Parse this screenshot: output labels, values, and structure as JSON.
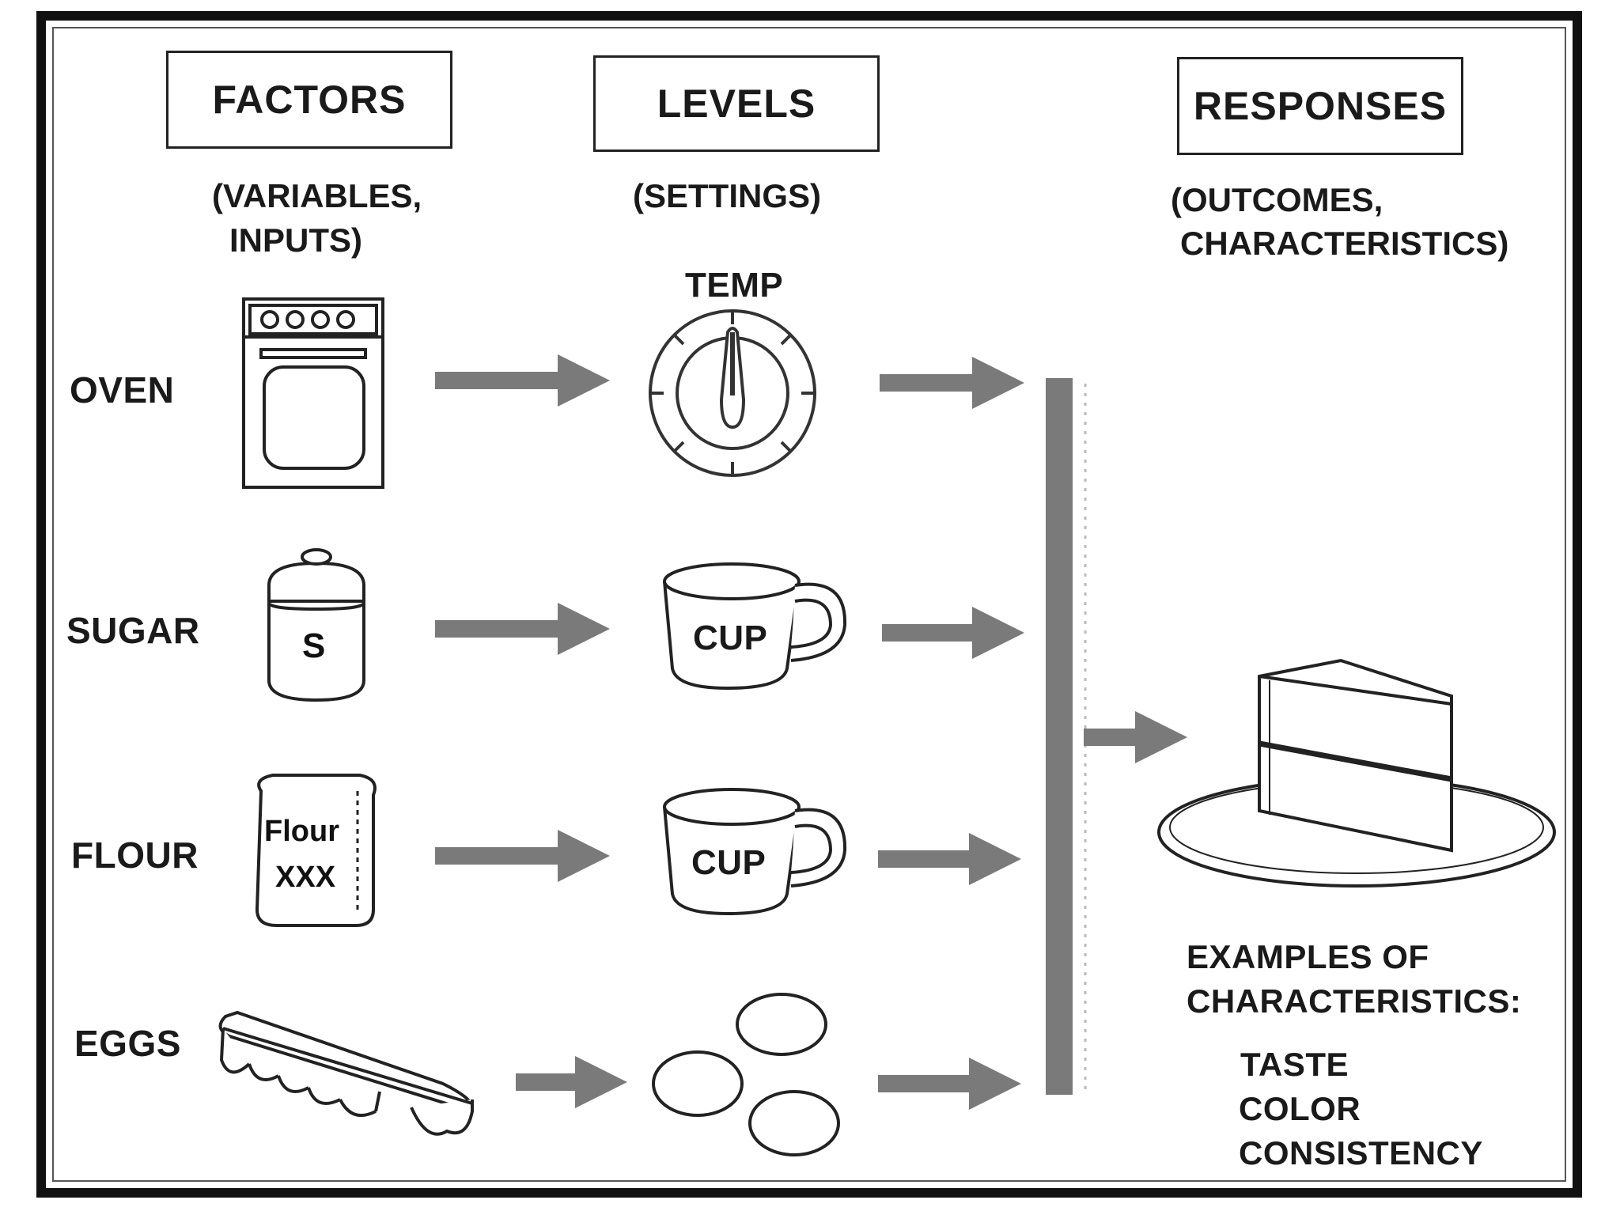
{
  "headers": {
    "factors": "FACTORS",
    "levels": "LEVELS",
    "responses": "RESPONSES"
  },
  "subheaders": {
    "factors_line1": "(VARIABLES,",
    "factors_line2": "INPUTS)",
    "levels": "(SETTINGS)",
    "responses_line1": "(OUTCOMES,",
    "responses_line2": "CHARACTERISTICS)"
  },
  "factors": [
    {
      "label": "OVEN",
      "icon": "oven-icon"
    },
    {
      "label": "SUGAR",
      "icon": "sugar-jar-icon"
    },
    {
      "label": "FLOUR",
      "icon": "flour-bag-icon"
    },
    {
      "label": "EGGS",
      "icon": "egg-carton-icon"
    }
  ],
  "levels": {
    "temp_label": "TEMP",
    "cup1_label": "CUP",
    "cup2_label": "CUP"
  },
  "icon_text": {
    "sugar_jar": "S",
    "flour_line1": "Flour",
    "flour_line2": "XXX"
  },
  "response": {
    "icon": "cake-slice-icon",
    "examples_line1": "EXAMPLES OF",
    "examples_line2": "CHARACTERISTICS:",
    "items": [
      "TASTE",
      "COLOR",
      "CONSISTENCY"
    ]
  },
  "colors": {
    "arrow": "#7a7a7a",
    "ink": "#1a1a1a",
    "frame": "#111111"
  }
}
